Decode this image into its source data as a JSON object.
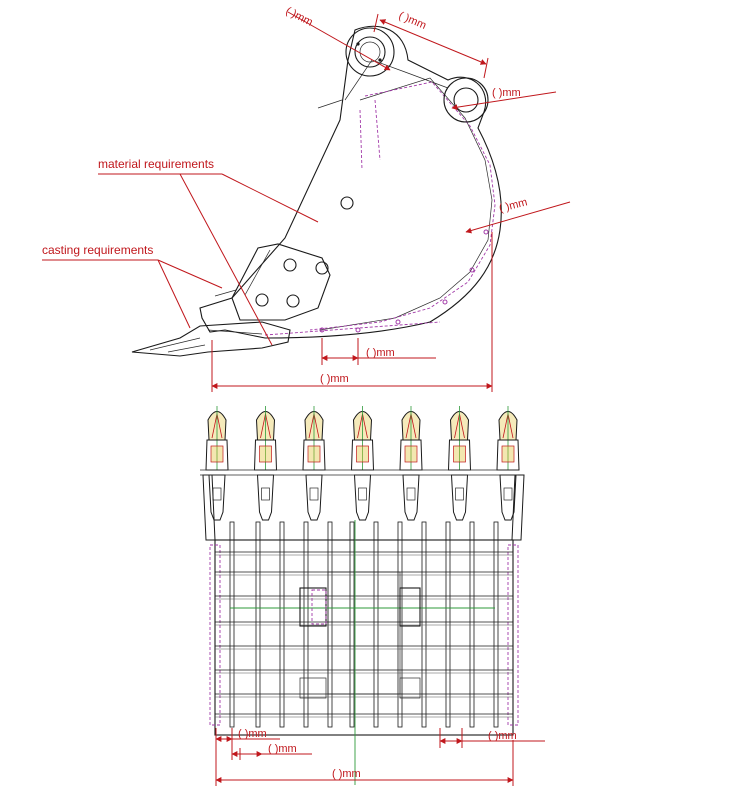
{
  "annotations": {
    "material": "material requirements",
    "casting": "casting requirements"
  },
  "dims": {
    "pin_top_diameter": "(      )mm",
    "pin_center_distance": "(      )mm",
    "pin_right_diameter": "(      )mm",
    "wall_thickness": "(      )mm",
    "rib_spacing_side": "(      )mm",
    "bucket_depth": "(      )mm",
    "grid_spacing_left": "(      )mm",
    "grid_spacing_left_2": "(      )mm",
    "grid_spacing_right": "(      )mm",
    "bucket_width": "(      )mm"
  },
  "colors": {
    "dimension_red": "#c0171c",
    "line_black": "#1a1a1a",
    "hidden_purple": "#a23aa8",
    "centerline_green": "#2e9a3a",
    "tooth_yellow": "#e2c23a"
  },
  "teeth_count": 7
}
